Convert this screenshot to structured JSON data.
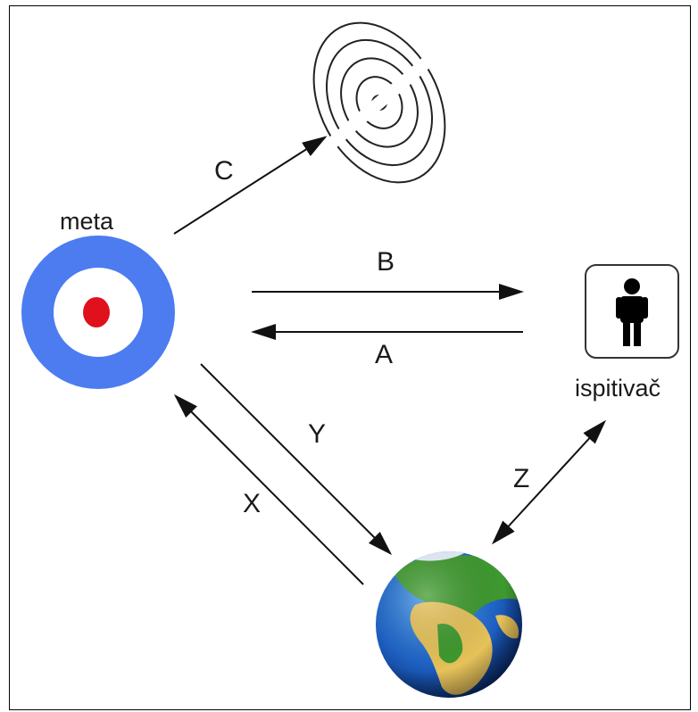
{
  "nodes": {
    "target_label": "meta",
    "examiner_label": "ispitivač"
  },
  "arrows": {
    "a": "A",
    "b": "B",
    "c": "C",
    "x": "X",
    "y": "Y",
    "z": "Z"
  },
  "colors": {
    "target_outer": "#4c7cf0",
    "target_inner": "#ffffff",
    "target_center": "#e0101c",
    "ocean": "#1e64c8",
    "land_green": "#3f9a2f",
    "land_desert": "#e6c25a",
    "line": "#111111"
  },
  "icons": {
    "target": "bullseye-target-icon",
    "signal": "radio-waves-icon",
    "examiner": "person-icon",
    "world": "earth-globe-icon"
  }
}
